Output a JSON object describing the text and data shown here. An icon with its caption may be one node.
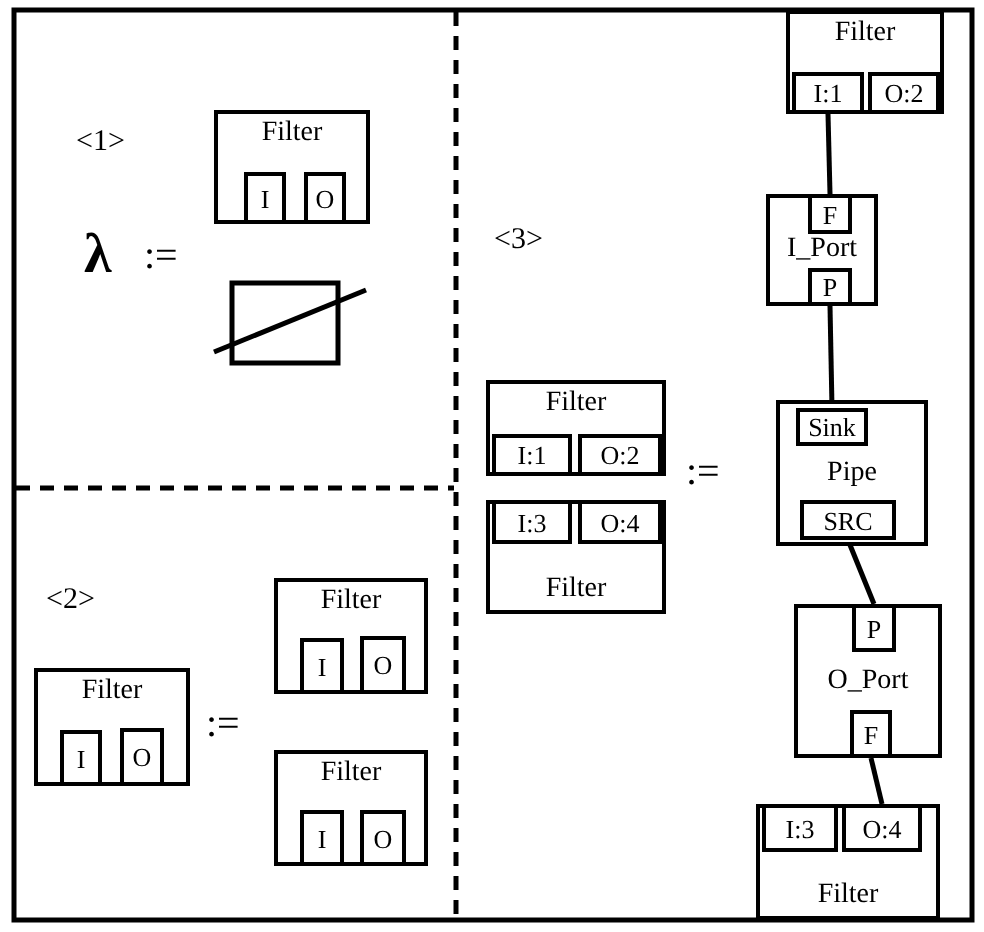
{
  "diagram": {
    "nodes": [
      {
        "text": [
          "Filter"
        ]
      },
      {
        "text": [
          "I"
        ],
        "in": 0
      },
      {
        "text": [
          "O"
        ],
        "in": 0
      },
      {
        "text": [],
        "shape": "box"
      },
      {
        "text": [
          "Filter"
        ]
      },
      {
        "text": [
          "I"
        ],
        "in": 4
      },
      {
        "text": [
          "O"
        ],
        "in": 4
      },
      {
        "text": [
          "Filter"
        ]
      },
      {
        "text": [
          "I"
        ],
        "in": 7
      },
      {
        "text": [
          "O"
        ],
        "in": 7
      },
      {
        "text": [
          "Filter"
        ]
      },
      {
        "text": [
          "I"
        ],
        "in": 10
      },
      {
        "text": [
          "O"
        ],
        "in": 10
      },
      {
        "text": [
          "Filter"
        ]
      },
      {
        "text": [
          "I:1"
        ],
        "in": 13
      },
      {
        "text": [
          "O:2"
        ],
        "in": 13
      },
      {
        "text": [
          "Filter"
        ]
      },
      {
        "text": [
          "I:1"
        ],
        "in": 16
      },
      {
        "text": [
          "O:2"
        ],
        "in": 16
      },
      {
        "text": [
          "I_Port"
        ]
      },
      {
        "text": [
          "F"
        ],
        "in": 19
      },
      {
        "text": [
          "P"
        ],
        "in": 19
      },
      {
        "text": [
          "Filter"
        ]
      },
      {
        "text": [
          "I:3"
        ],
        "in": 22
      },
      {
        "text": [
          "O:4"
        ],
        "in": 22
      },
      {
        "text": [
          "Pipe"
        ]
      },
      {
        "text": [
          "Sink"
        ],
        "in": 25
      },
      {
        "text": [
          "SRC"
        ],
        "in": 25
      },
      {
        "text": [
          "O_Port"
        ]
      },
      {
        "text": [
          "P"
        ],
        "in": 28
      },
      {
        "text": [
          "F"
        ],
        "in": 28
      },
      {
        "text": [
          "Filter"
        ]
      },
      {
        "text": [
          "I:3"
        ],
        "in": 31
      },
      {
        "text": [
          "O:4"
        ],
        "in": 31
      }
    ],
    "edges": [
      {
        "from": 14,
        "to": 20,
        "arrow": "none"
      },
      {
        "from": 21,
        "to": 26,
        "arrow": "none"
      },
      {
        "from": 27,
        "to": 29,
        "arrow": "none"
      },
      {
        "from": 30,
        "to": 33,
        "arrow": "none"
      }
    ],
    "labels": [
      "<1>",
      "λ",
      ":=",
      "<2>",
      ":=",
      "<3>",
      ":="
    ]
  }
}
